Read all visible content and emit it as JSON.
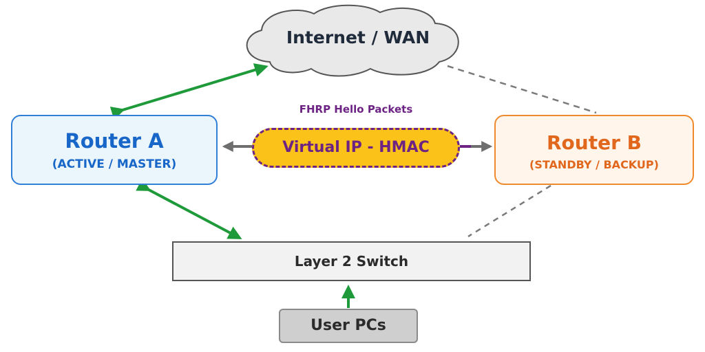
{
  "cloud": {
    "label": "Internet / WAN"
  },
  "router_a": {
    "title": "Router A",
    "role": "(ACTIVE / MASTER)"
  },
  "router_b": {
    "title": "Router B",
    "role": "(STANDBY / BACKUP)"
  },
  "virtual_ip": {
    "caption": "FHRP Hello Packets",
    "label": "Virtual IP - HMAC"
  },
  "switch": {
    "label": "Layer 2 Switch"
  },
  "user_pcs": {
    "label": "User PCs"
  },
  "colors": {
    "active_link": "#1f9a3a",
    "standby_link": "#7a7a7a",
    "hello_arrow": "#6e6e6e",
    "router_a_border": "#2f7fd6",
    "router_b_border": "#ef8a2c",
    "virtual_ip_fill": "#fbc21a",
    "virtual_ip_border": "#6c2383"
  }
}
